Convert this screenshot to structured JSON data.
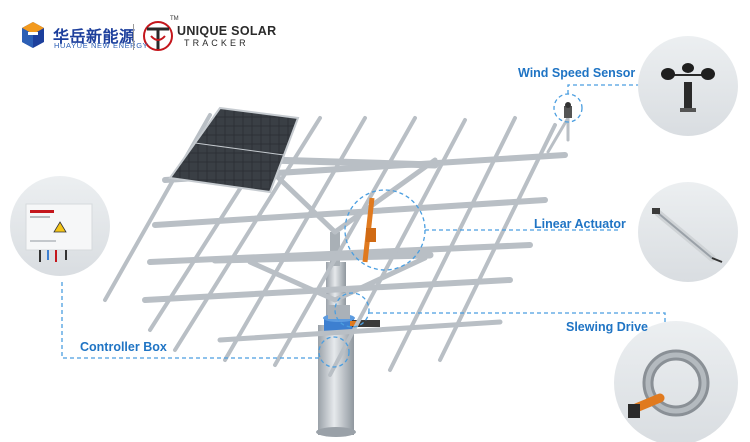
{
  "brand": {
    "company_cn": "华岳新能源",
    "company_en": "HUAYUE NEW ENERGY",
    "product_line1": "UNIQUE SOLAR",
    "product_line2": "TRACKER",
    "trademark": "TM"
  },
  "labels": {
    "wind_speed_sensor": "Wind Speed Sensor",
    "linear_actuator": "Linear Actuator",
    "slewing_drive": "Slewing Drive",
    "controller_box": "Controller Box"
  },
  "colors": {
    "label_text": "#1f74c4",
    "callout_line": "#4a9ee0",
    "frame_metal": "#b9bfc5",
    "panel": "#2d3136",
    "actuator": "#e07a1f",
    "drive_ring": "#3d7fd0",
    "brand_blue": "#1d3f9c",
    "brand_red": "#c4161c",
    "logo_orange": "#f39a1e"
  },
  "icons": {
    "wind_sensor": "anemometer-icon",
    "actuator": "linear-actuator-icon",
    "drive": "slewing-drive-icon",
    "controller": "controller-box-icon"
  }
}
